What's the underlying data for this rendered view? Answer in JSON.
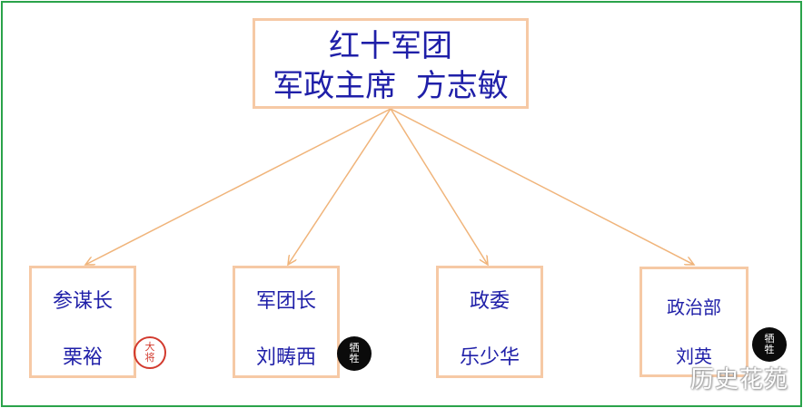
{
  "top": {
    "line1": "红十军团",
    "line2": "军政主席  方志敏"
  },
  "children": [
    {
      "role": "参谋长",
      "name": "栗裕"
    },
    {
      "role": "军团长",
      "name": "刘畴西"
    },
    {
      "role": "政委",
      "name": "乐少华"
    },
    {
      "role": "政治部",
      "name": "刘英"
    }
  ],
  "badges": {
    "general": [
      "大",
      "将"
    ],
    "sacrifice": [
      "牺",
      "牲"
    ]
  },
  "watermark": "历史花苑",
  "colors": {
    "frame": "#2aa34a",
    "box_border": "#f6c9a5",
    "text": "#1f1fa8",
    "arrow": "#f0b47a",
    "general_badge": "#d23a2e",
    "sacrifice_badge": "#0b0b0b"
  }
}
